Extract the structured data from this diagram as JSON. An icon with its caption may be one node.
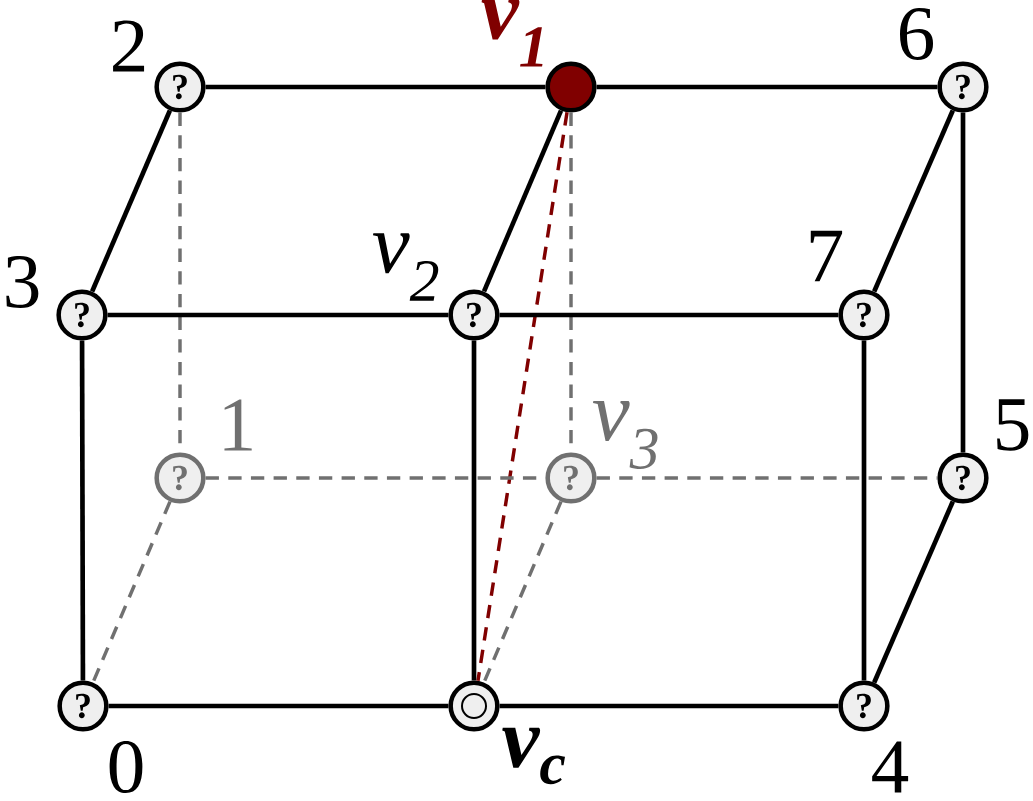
{
  "diagram": {
    "nodes": [
      {
        "text": [
          "?"
        ],
        "beside": [
          "2"
        ]
      },
      {
        "text": [],
        "shape": "circle",
        "beside": [
          "v$_{1}$"
        ]
      },
      {
        "text": [
          "?"
        ],
        "beside": [
          "6"
        ]
      },
      {
        "text": [
          "?"
        ],
        "beside": [
          "3"
        ]
      },
      {
        "text": [
          "?"
        ],
        "beside": [
          "v$_{2}$"
        ]
      },
      {
        "text": [
          "?"
        ],
        "beside": [
          "7"
        ]
      },
      {
        "text": [
          "?"
        ],
        "beside": [
          "1"
        ]
      },
      {
        "text": [
          "?"
        ],
        "beside": [
          "v$_{3}$"
        ]
      },
      {
        "text": [
          "?"
        ],
        "beside": [
          "5"
        ]
      },
      {
        "text": [
          "?"
        ],
        "beside": [
          "0"
        ]
      },
      {
        "text": [],
        "shape": "circle",
        "beside": [
          "v$_{c}$"
        ]
      },
      {
        "text": [
          "?"
        ],
        "beside": [
          "4"
        ]
      }
    ],
    "edges": [
      {
        "from": 0,
        "to": 1,
        "arrow": "none"
      },
      {
        "from": 1,
        "to": 2,
        "arrow": "none"
      },
      {
        "from": 0,
        "to": 3,
        "arrow": "none"
      },
      {
        "from": 1,
        "to": 4,
        "arrow": "none"
      },
      {
        "from": 2,
        "to": 5,
        "arrow": "none"
      },
      {
        "from": 2,
        "to": 8,
        "arrow": "none"
      },
      {
        "from": 0,
        "to": 6,
        "arrow": "none",
        "style": "dashed",
        "color": "#707070"
      },
      {
        "from": 1,
        "to": 7,
        "arrow": "none",
        "style": "dashed",
        "color": "#707070"
      },
      {
        "from": 1,
        "to": 10,
        "arrow": "none",
        "style": "dashed",
        "color": "#800000"
      },
      {
        "from": 3,
        "to": 4,
        "arrow": "none"
      },
      {
        "from": 4,
        "to": 5,
        "arrow": "none"
      },
      {
        "from": 3,
        "to": 9,
        "arrow": "none"
      },
      {
        "from": 4,
        "to": 10,
        "arrow": "none"
      },
      {
        "from": 5,
        "to": 11,
        "arrow": "none"
      },
      {
        "from": 6,
        "to": 7,
        "arrow": "none",
        "style": "dashed",
        "color": "#707070"
      },
      {
        "from": 7,
        "to": 8,
        "arrow": "none",
        "style": "dashed",
        "color": "#707070"
      },
      {
        "from": 6,
        "to": 9,
        "arrow": "none",
        "style": "dashed",
        "color": "#707070"
      },
      {
        "from": 7,
        "to": 10,
        "arrow": "none",
        "style": "dashed",
        "color": "#707070"
      },
      {
        "from": 8,
        "to": 11,
        "arrow": "none"
      },
      {
        "from": 9,
        "to": 10,
        "arrow": "none"
      },
      {
        "from": 10,
        "to": 11,
        "arrow": "none"
      }
    ]
  }
}
